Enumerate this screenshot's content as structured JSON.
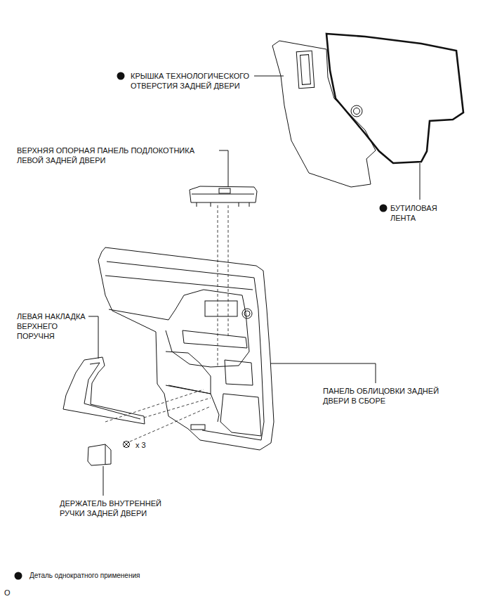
{
  "diagram": {
    "labels": [
      "КРЫШКА ТЕХНОЛОГИЧЕСКОГО ОТВЕРСТИЯ ЗАДНЕЙ ДВЕРИ",
      "ВЕРХНЯЯ ОПОРНАЯ ПАНЕЛЬ ПОДЛОКОТНИКА ЛЕВОЙ ЗАДНЕЙ ДВЕРИ",
      "БУТИЛОВАЯ ЛЕНТА",
      "ЛЕВАЯ НАКЛАДКА ВЕРХНЕГО ПОРУЧНЯ",
      "ПАНЕЛЬ ОБЛИЦОВКИ ЗАДНЕЙ ДВЕРИ В СБОРЕ",
      "x 3",
      "ДЕРЖАТЕЛЬ ВНУТРЕННЕЙ РУЧКИ ЗАДНЕЙ ДВЕРИ",
      "O"
    ],
    "legend": [
      {
        "text": "Деталь однократного применения"
      }
    ]
  }
}
